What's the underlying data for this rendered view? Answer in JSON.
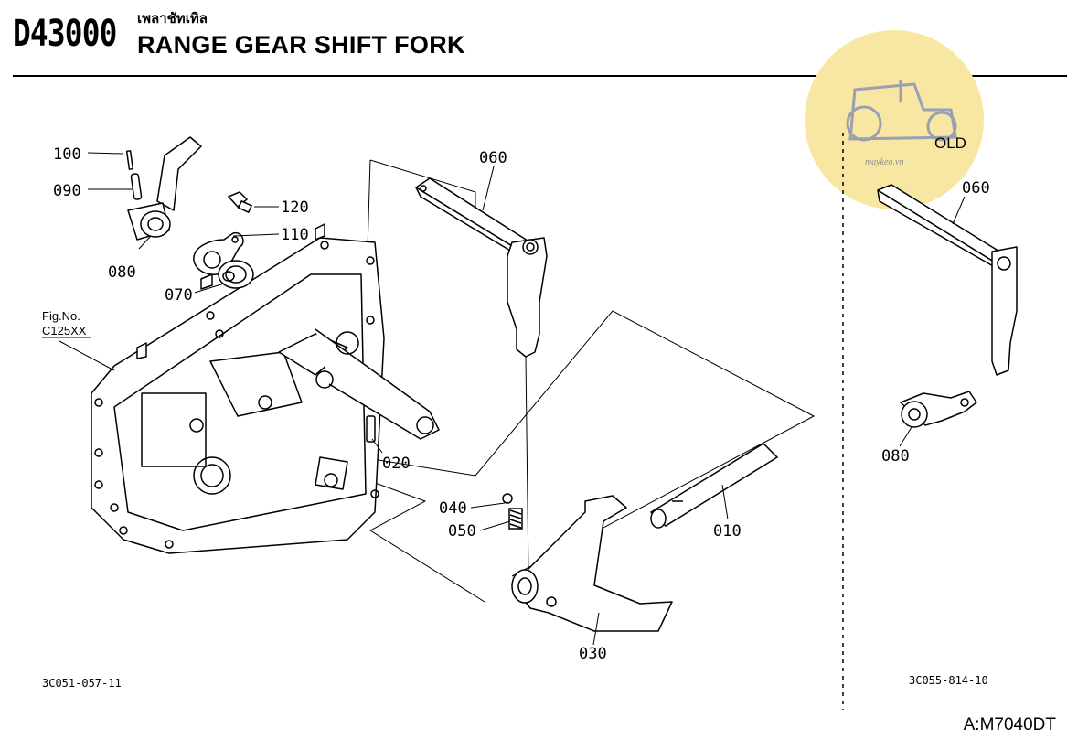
{
  "header": {
    "section_code": "D43000",
    "thai_title": "เพลาชัทเทิล",
    "title": "RANGE GEAR SHIFT FORK"
  },
  "watermark": {
    "badge": "OLD",
    "site": "maykeo.vn",
    "color": "#f8e7a2"
  },
  "part_labels": {
    "p100": "100",
    "p090": "090",
    "p120": "120",
    "p110": "110",
    "p080": "080",
    "p070": "070",
    "p060": "060",
    "p020": "020",
    "p040": "040",
    "p050": "050",
    "p010": "010",
    "p030": "030",
    "p060_alt": "060",
    "p080_alt": "080"
  },
  "fig_ref": {
    "line1": "Fig.No.",
    "line2": "C125XX"
  },
  "diagram_codes": {
    "left": "3C051-057-11",
    "right": "3C055-814-10"
  },
  "model": "A:M7040DT"
}
